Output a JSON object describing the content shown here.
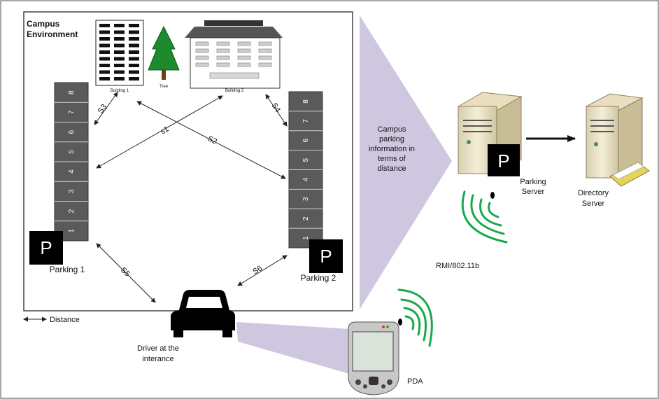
{
  "campus": {
    "title_line1": "Campus",
    "title_line2": "Environment",
    "building1_label": "Building 1",
    "tree_label": "Tree",
    "building2_label": "Building 2"
  },
  "parking1": {
    "label": "Parking 1",
    "sign": "P",
    "slots": [
      "8",
      "7",
      "6",
      "5",
      "4",
      "3",
      "2",
      "1"
    ]
  },
  "parking2": {
    "label": "Parking 2",
    "sign": "P",
    "slots": [
      "8",
      "7",
      "6",
      "5",
      "4",
      "3",
      "2",
      "1"
    ]
  },
  "distances": {
    "s1": "s1",
    "s2": "S2",
    "s3": "S3",
    "s4": "S4",
    "s5": "S5",
    "s6": "S6"
  },
  "legend": {
    "distance_label": "Distance"
  },
  "driver": {
    "line1": "Driver at the",
    "line2": "interance"
  },
  "info": {
    "line1": "Campus",
    "line2": "parking",
    "line3": "information in",
    "line4": "terms of",
    "line5": "distance"
  },
  "parking_server": {
    "line1": "Parking",
    "line2": "Server",
    "sign": "P"
  },
  "directory_server": {
    "line1": "Directory",
    "line2": "Server"
  },
  "protocol": "RMI/802.11b",
  "pda": {
    "label": "PDA"
  },
  "colors": {
    "wave": "#1aa84a",
    "funnel": "#cfc7e0",
    "lot": "#5a5a5a",
    "server": "#efe6c8"
  }
}
